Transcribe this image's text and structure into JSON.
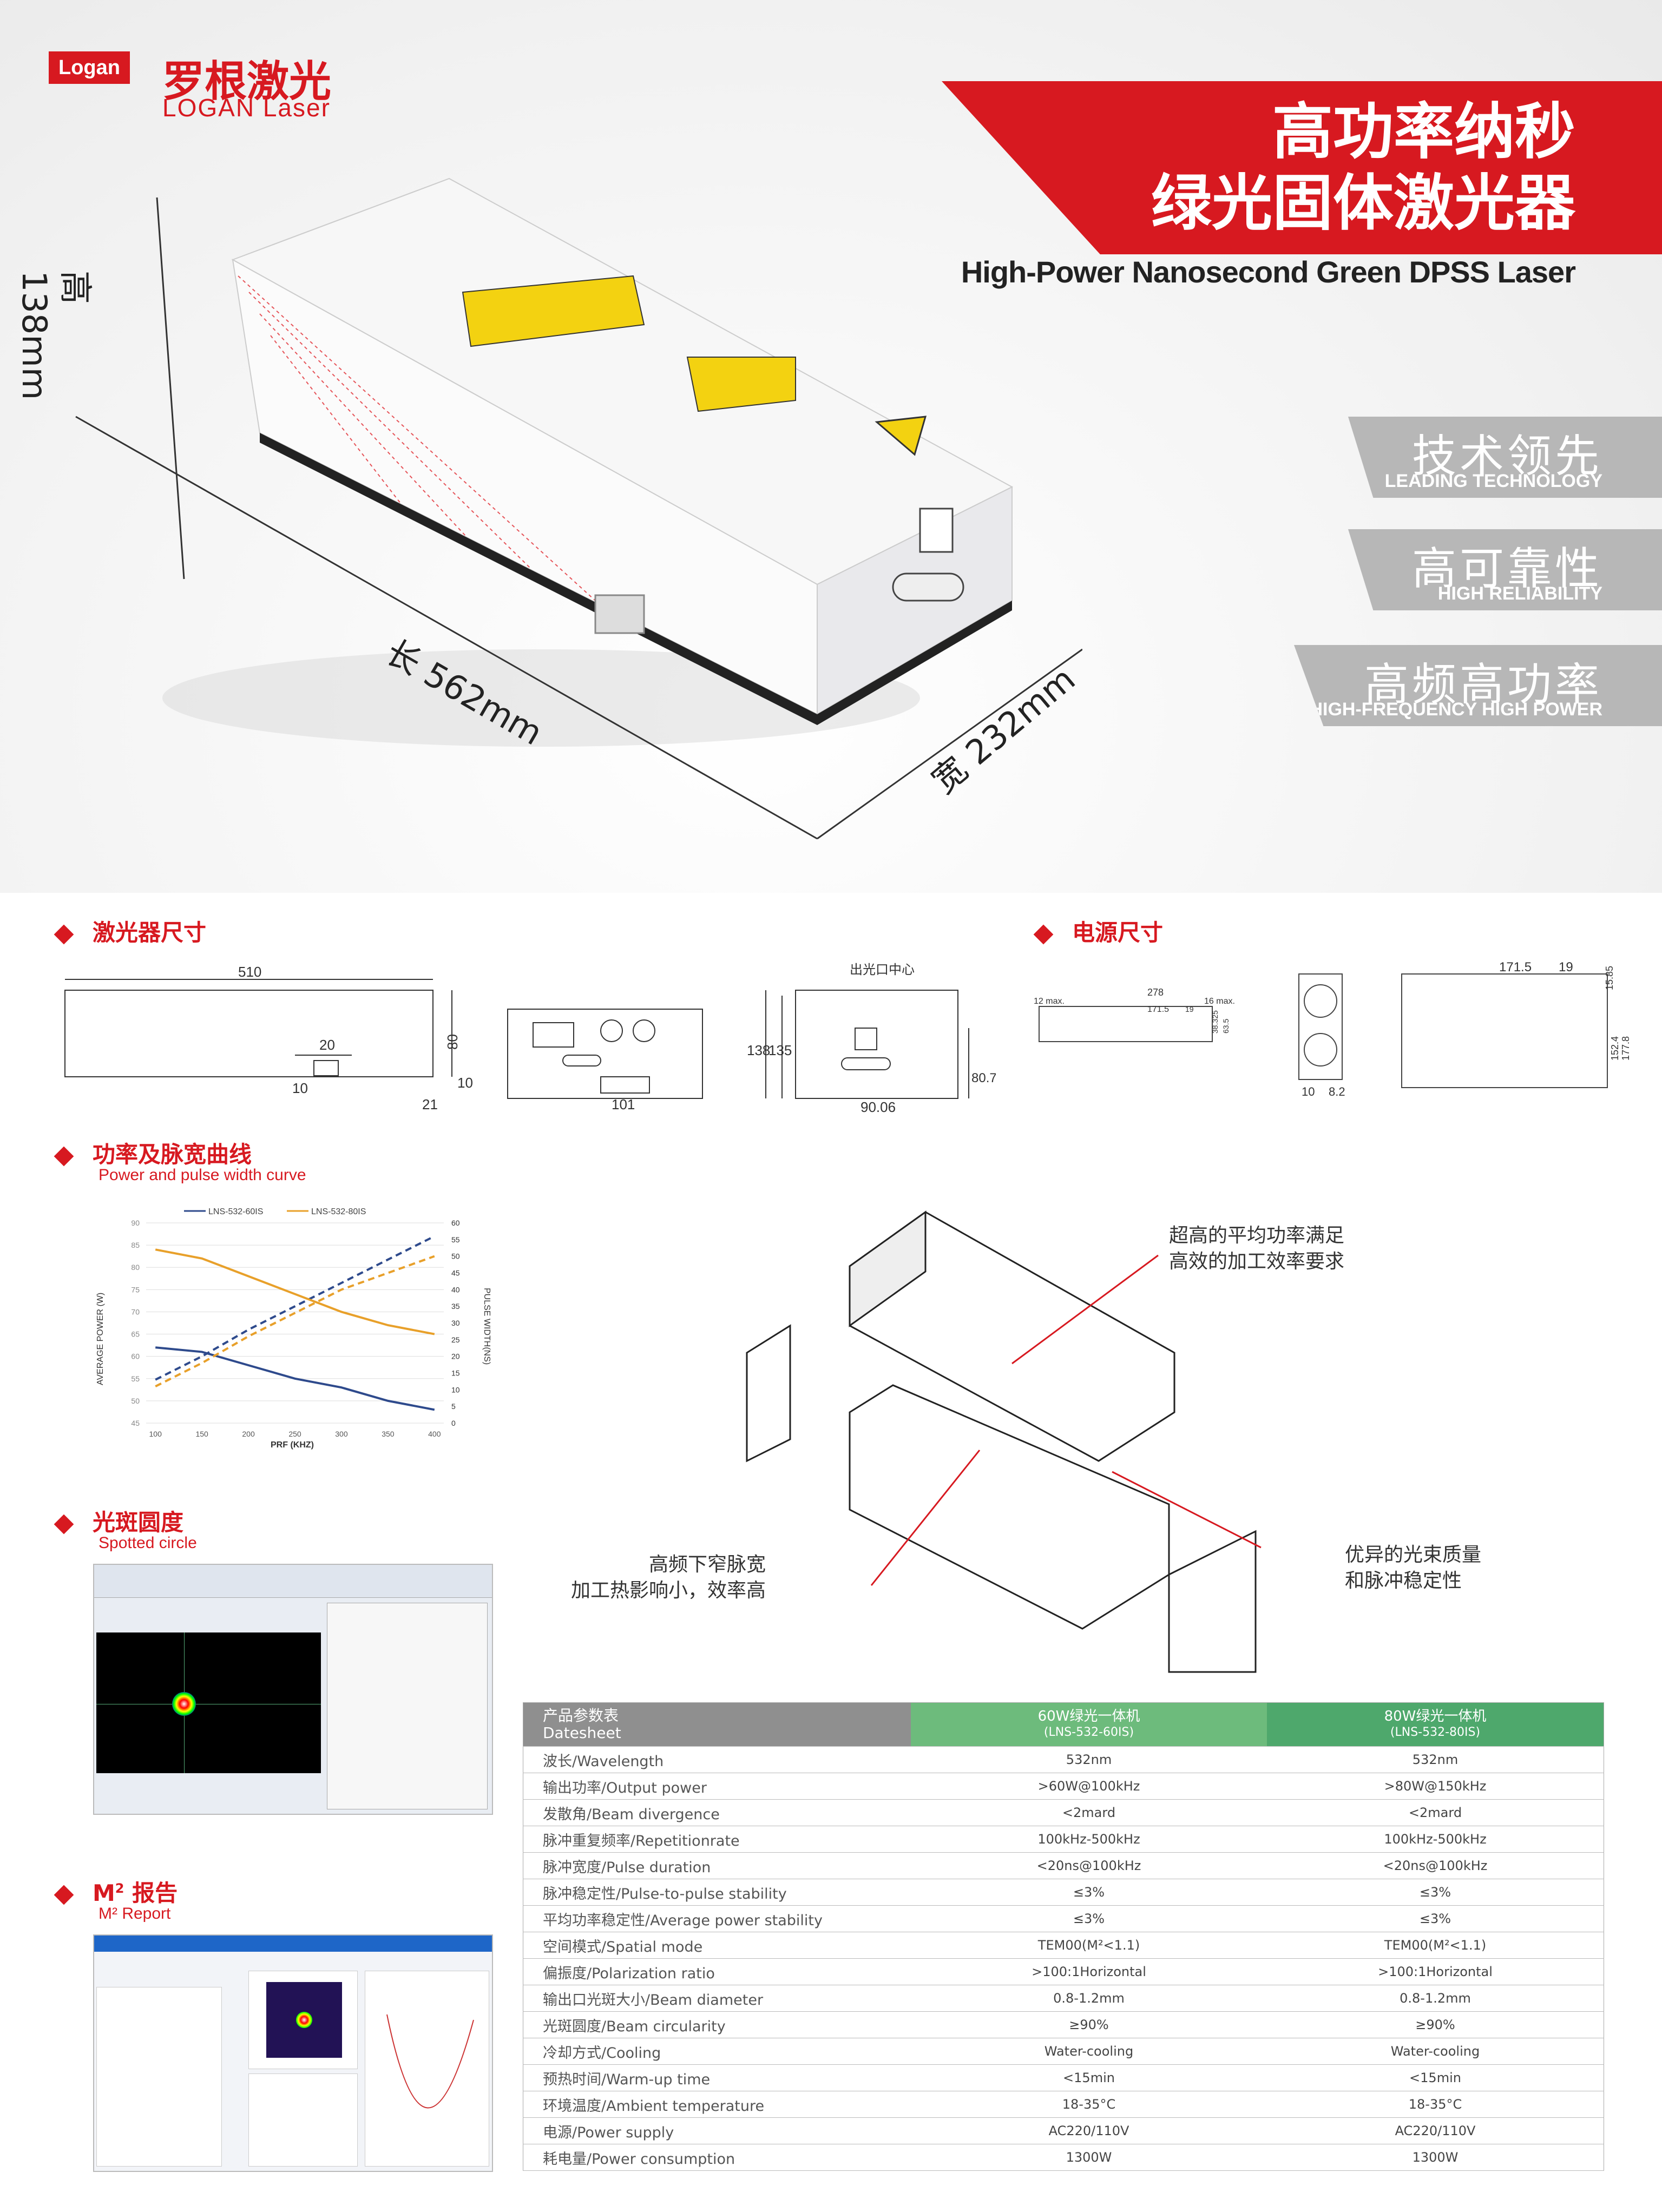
{
  "brand": {
    "logo_text": "Logan",
    "name_cn": "罗根激光",
    "name_en": "LOGAN Laser"
  },
  "title": {
    "cn_line1": "高功率纳秒",
    "cn_line2": "绿光固体激光器",
    "en": "High-Power Nanosecond Green DPSS Laser"
  },
  "features": [
    {
      "cn": "技术领先",
      "en": "LEADING TECHNOLOGY"
    },
    {
      "cn": "高可靠性",
      "en": "HIGH RELIABILITY"
    },
    {
      "cn": "高频高功率",
      "en": "HIGH-FREQUENCY HIGH POWER"
    }
  ],
  "hero_dims": {
    "height": "高 138mm",
    "length": "长 562mm",
    "width": "宽 232mm"
  },
  "sections": {
    "laser_size": "激光器尺寸",
    "psu_size": "电源尺寸",
    "curve_cn": "功率及脉宽曲线",
    "curve_en": "Power and pulse width curve",
    "spot_cn": "光斑圆度",
    "spot_en": "Spotted circle",
    "m2_cn_a": "M",
    "m2_sup": "2",
    "m2_cn_b": "报告",
    "m2_en": "M² Report"
  },
  "laser_dims": {
    "d510": "510",
    "d20": "20",
    "d80": "80",
    "d10a": "10",
    "d10b": "10",
    "d21": "21",
    "d101": "101",
    "d138": "138",
    "d135": "135",
    "d80_70": "80.70",
    "d90_06": "90.06",
    "outlet": "出光口中心"
  },
  "psu_dims": {
    "d12": "12 max.",
    "d278": "278",
    "d171_5": "171.5",
    "d16": "16 max.",
    "d19": "19",
    "d38": "38.325",
    "d63": "63.5",
    "d171_5b": "171.5",
    "d19b": "19",
    "d15_85": "15.85",
    "d152": "152.4",
    "d177": "177.8",
    "d10": "10",
    "d8_2": "8.2"
  },
  "callouts": {
    "top_l1": "超高的平均功率满足",
    "top_l2": "高效的加工效率要求",
    "left_l1": "高频下窄脉宽",
    "left_l2": "加工热影响小，效率高",
    "right_l1": "优异的光束质量",
    "right_l2": "和脉冲稳定性"
  },
  "chart_data": {
    "type": "line",
    "xlabel": "PRF (KHZ)",
    "ylabel": "AVERAGE POWER (W)",
    "y2label": "PULSE WIDTH(NS)",
    "x": [
      100,
      150,
      200,
      250,
      300,
      350,
      400
    ],
    "xlim": [
      90,
      410
    ],
    "ylim": [
      45,
      90
    ],
    "y2lim": [
      0,
      60
    ],
    "yticks": [
      45,
      50,
      55,
      60,
      65,
      70,
      75,
      80,
      85,
      90
    ],
    "y2ticks": [
      0,
      5,
      10,
      15,
      20,
      25,
      30,
      35,
      40,
      45,
      50,
      55,
      60
    ],
    "legend": [
      "LNS-532-60IS",
      "LNS-532-80IS"
    ],
    "legend_position": "top",
    "series": [
      {
        "name": "LNS-532-60IS",
        "axis": "left",
        "style": "solid",
        "color": "#2e4a8c",
        "values": [
          62,
          61,
          58,
          55,
          53,
          50,
          48
        ]
      },
      {
        "name": "LNS-532-60IS",
        "axis": "right",
        "style": "dashed",
        "color": "#2e4a8c",
        "values": [
          13,
          20,
          28,
          35,
          42,
          49,
          56
        ]
      },
      {
        "name": "LNS-532-80IS",
        "axis": "left",
        "style": "solid",
        "color": "#e8a02a",
        "values": [
          84,
          82,
          78,
          74,
          70,
          67,
          65
        ]
      },
      {
        "name": "LNS-532-80IS",
        "axis": "right",
        "style": "dashed",
        "color": "#e8a02a",
        "values": [
          11,
          18,
          26,
          33,
          40,
          45,
          50
        ]
      }
    ]
  },
  "spec_table": {
    "header": {
      "param_cn": "产品参数表",
      "param_en": "Datesheet",
      "m1_cn": "60W绿光一体机",
      "m1_en": "(LNS-532-60IS)",
      "m2_cn": "80W绿光一体机",
      "m2_en": "(LNS-532-80IS)"
    },
    "rows": [
      {
        "p": "波长/Wavelength",
        "a": "532nm",
        "b": "532nm"
      },
      {
        "p": "输出功率/Output power",
        "a": ">60W@100kHz",
        "b": ">80W@150kHz"
      },
      {
        "p": "发散角/Beam divergence",
        "a": "<2mard",
        "b": "<2mard"
      },
      {
        "p": "脉冲重复频率/Repetitionrate",
        "a": "100kHz-500kHz",
        "b": "100kHz-500kHz"
      },
      {
        "p": "脉冲宽度/Pulse duration",
        "a": "<20ns@100kHz",
        "b": "<20ns@100kHz"
      },
      {
        "p": "脉冲稳定性/Pulse-to-pulse stability",
        "a": "≤3%",
        "b": "≤3%"
      },
      {
        "p": "平均功率稳定性/Average power  stability",
        "a": "≤3%",
        "b": "≤3%"
      },
      {
        "p": "空间模式/Spatial  mode",
        "a": "TEM00(M²<1.1)",
        "b": "TEM00(M²<1.1)"
      },
      {
        "p": "偏振度/Polarization ratio",
        "a": ">100:1Horizontal",
        "b": ">100:1Horizontal"
      },
      {
        "p": "输出口光斑大小/Beam diameter",
        "a": "0.8-1.2mm",
        "b": "0.8-1.2mm"
      },
      {
        "p": "光斑圆度/Beam circularity",
        "a": "≥90%",
        "b": "≥90%"
      },
      {
        "p": "冷却方式/Cooling",
        "a": "Water-cooling",
        "b": "Water-cooling"
      },
      {
        "p": "预热时间/Warm-up time",
        "a": "<15min",
        "b": "<15min"
      },
      {
        "p": "环境温度/Ambient temperature",
        "a": "18-35°C",
        "b": "18-35°C"
      },
      {
        "p": "电源/Power supply",
        "a": "AC220/110V",
        "b": "AC220/110V"
      },
      {
        "p": "耗电量/Power consumption",
        "a": "1300W",
        "b": "1300W"
      }
    ]
  }
}
